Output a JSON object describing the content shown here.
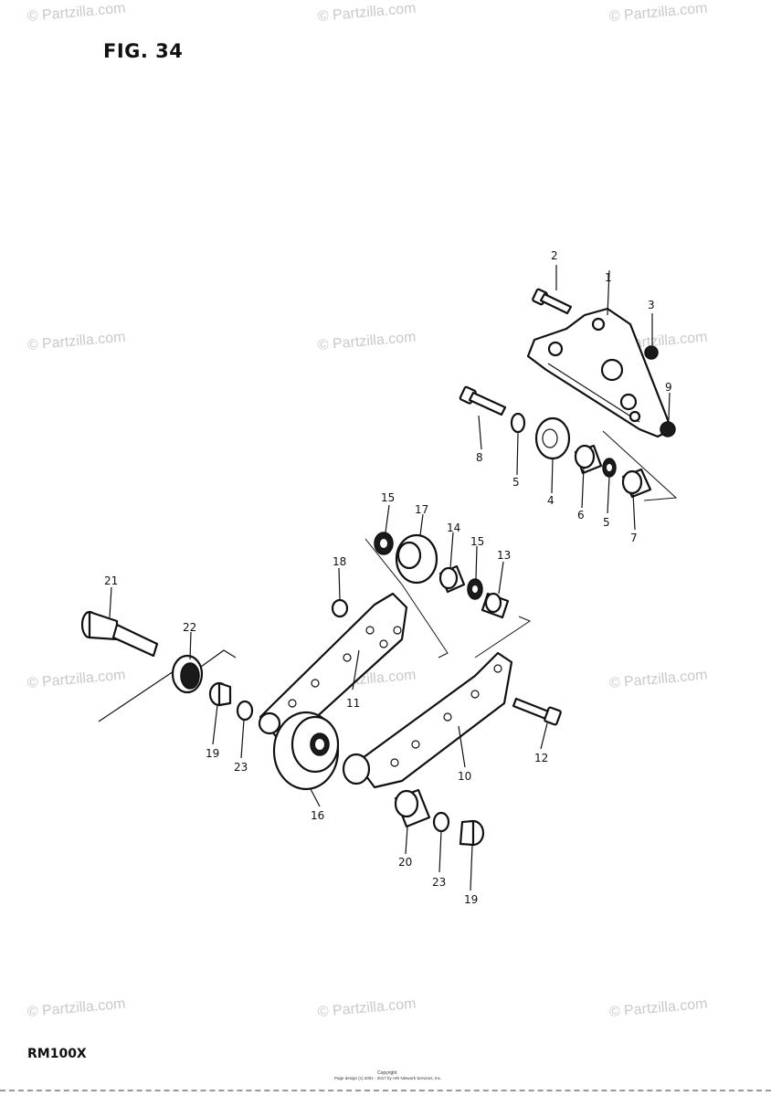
{
  "figure": {
    "title": "FIG. 34",
    "model": "RM100X"
  },
  "copyright": {
    "line1": "Copyright",
    "line2": "Page design (c) 2001 - 2017 by ARI Network Services, Inc."
  },
  "watermark": {
    "text": "© Partzilla.com"
  },
  "parts": {
    "p1": "1",
    "p2": "2",
    "p3": "3",
    "p4": "4",
    "p5a": "5",
    "p5b": "5",
    "p6": "6",
    "p7": "7",
    "p8": "8",
    "p9": "9",
    "p10": "10",
    "p11": "11",
    "p12": "12",
    "p13": "13",
    "p14": "14",
    "p15a": "15",
    "p15b": "15",
    "p16": "16",
    "p17": "17",
    "p18": "18",
    "p19a": "19",
    "p19b": "19",
    "p20": "20",
    "p21": "21",
    "p22": "22",
    "p23a": "23",
    "p23b": "23"
  }
}
